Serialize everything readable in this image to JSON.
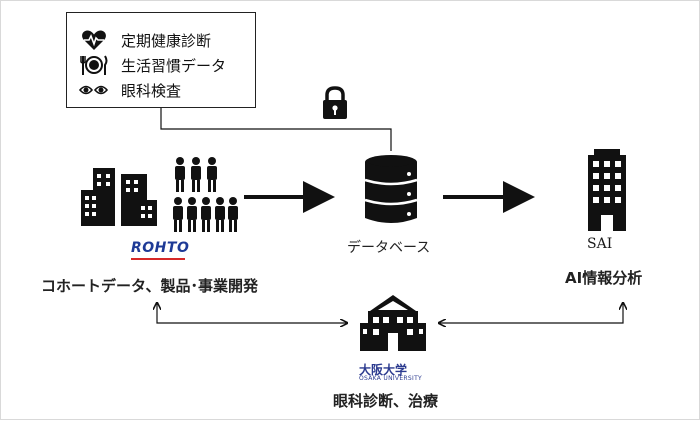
{
  "legend": {
    "items": [
      {
        "icon": "heartbeat-icon",
        "label": "定期健康診断"
      },
      {
        "icon": "dining-icon",
        "label": "生活習慣データ"
      },
      {
        "icon": "eyes-icon",
        "label": "眼科検査"
      }
    ]
  },
  "nodes": {
    "rohto": {
      "logo_text": "ROHTO",
      "label": "コホートデータ、製品･事業開発"
    },
    "database": {
      "label": "データベース"
    },
    "sai": {
      "logo_text": "SAI",
      "label": "AI情報分析"
    },
    "osaka": {
      "logo_text": "大阪大学",
      "logo_sub": "OSAKA UNIVERSITY",
      "label": "眼科診断、治療"
    }
  },
  "colors": {
    "ink": "#111111",
    "rohto_blue": "#1e3a96",
    "rohto_red": "#d62828",
    "osaka_blue": "#2b3a8f"
  }
}
